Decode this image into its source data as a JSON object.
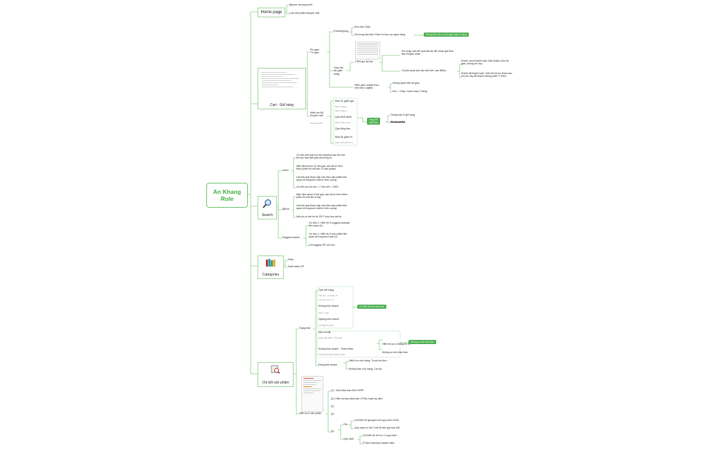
{
  "root": {
    "title_line1": "An Khang",
    "title_line2": "Rule"
  },
  "home": {
    "label": "Home page",
    "items": [
      "Banner chương trình",
      "Line sản phẩm khuyến mãi"
    ]
  },
  "cart": {
    "label": "Cart - Giỏ hàng",
    "phi_giao": {
      "label_line1": "Phí giao",
      "label_line2": "Tế giao",
      "freeship": "Freeshipping",
      "freeship_items": [
        "Đơn trên 300k",
        "Và trong bán kính 10km từ khu vực giao hàng"
      ],
      "freeship_tag": "Không tính trên ưu tiên giá nhất có hàng",
      "giao_doi": {
        "label_line1": "Giao đối",
        "label_line2": "tác giao",
        "label_line3": "hàng",
        "crm": "CRM gọi đối tác",
        "crm_item1_line1": "Phí nhập call API qua đối tác để check giá theo",
        "crm_item1_line2": "địa chỉ giao nhận",
        "crm_item2": "Chi phí phát sinh (do thời tiết, cao điểm)",
        "crm_sub1_line1": "Khách chưa thanh toán: Báo khách chịu thì",
        "crm_sub1_line2": "giao, không thì hủy",
        "crm_sub2_line1": "Khách đã thanh toán: Siêu thị hỗ trợ khấu hao",
        "crm_sub2_line2": "chi phí này để khách không phải ?? thêm",
        "mien_line1": "Miễn giao unable theo",
        "mien_line2": "khối bán Logistic",
        "mien_items": [
          "Không quan tâm tài giao",
          "Đợi -> Giao. Cách nhau 2 tiếng"
        ]
      }
    },
    "kiem_tra": {
      "label_line1": "Kiểm tra ĐK",
      "label_line2": "khuyến mãi",
      "note": "Cấp tặng KM",
      "items": [
        "Mua SL giảm giá",
        "Mua 2 tặng 1",
        "Mua 3 tặng 1",
        "Quà đính danh",
        "Mua 2 thêm quà",
        "Quà tổng đơn",
        "Mua ổu giảm %",
        "Giảm 20% SP thứ 2"
      ],
      "tag_line1": "Tặng SP",
      "tag_line2": "khai báo",
      "tag_items": [
        "Thông báo ở giỏ hàng",
        "Bỏ sản phẩm"
      ]
    }
  },
  "search": {
    "label": "Search",
    "index": {
      "label": "Index",
      "items": [
        [
          "Ưu tiên kết quả cho full keyword sau đó mới",
          "tới bóc tách kết quả của từng từ"
        ],
        [
          "Mặc định show 12 kết quả, sau đó là Xem",
          "thêm (hiển thị mỗi lần 12 sản phẩm)"
        ],
        [
          "Liệt kết quả được sắp xếp theo sản phẩm liên",
          "quan tới keyword nhất từ trên xuống"
        ],
        [
          "Ưu tiên sp còn tồn -> Tạm hết -> NKD"
        ]
      ]
    },
    "bat_tin": {
      "label": "Bắt tin",
      "items": [
        [
          "Mặc định show 6 kết quả, sau đó là Xem thêm",
          "(hiển thị mỗi lần 6 bài)"
        ],
        [
          "Liệt kết quả được sắp xếp theo sản phẩm liên",
          "quan tới keyword nhất từ trên xuống"
        ],
        [
          "Nếu ko có bài tin thì OFF luôn box bài tin"
        ]
      ]
    },
    "suggest": {
      "label": "Suggest search",
      "items": [
        [
          "Ưu tiên 1: Hiển thị 5 suggest autoaler",
          "liên quan (1)"
        ],
        [
          "Ưu tiên 2: Hiển thị 5 sản phẩm liên",
          "quan tới keyword nhất (2)"
        ],
        [
          "Chỉ suggest SP còn tồn"
        ]
      ]
    }
  },
  "categories": {
    "label": "Categories",
    "items": [
      "Filter",
      "Danh sách SP"
    ]
  },
  "detail": {
    "label": "Chi tiết sản phẩm",
    "trang_thai": "Trạng thái",
    "tt_items": [
      "Tạm hết hàng",
      "Tồn kho = 0 hoặc về",
      "Tồn kho mini = 0",
      "Không kinh doanh",
      "SKU = null",
      "Ngừng kinh doanh",
      "Chỉ ERP là NGK"
    ],
    "tt_tag": "Có hiển thị nút chat Zalo",
    "new_items": [
      "Mới ra mắt",
      "Ngày bán ERP < 30 ngày",
      "Không kinh doanh - Tham khảo",
      "Không khai báo Master Data"
    ],
    "new_subs": [
      "Hiển thị lưu ý thông tin SP",
      "Không có nút chat Zalo"
    ],
    "new_tag": "Không có nút chat Zalo",
    "dang_kd": "Đang kinh doanh",
    "dang_kd_items": [
      "Hiển tron còn hàng: Thuốc bá đơn",
      "Không hiện còn hàng: Còn lại"
    ],
    "hien_thi": "Hiển thị ở sản phẩm",
    "ht_items": [
      "(1). Theo khai báo KM ở ERP",
      "(2). Hiển thị theo khai báo CTKM, lead lùy biến",
      "(3)",
      "(4)",
      "(5)"
    ],
    "gia": "Giá",
    "gia_items": [
      "Chỉ hiển thị giá gạch với quy cách chính",
      "Quy cách từ thứ 2 trở đi hiện giá sau KM"
    ],
    "quy_cach": "Quy cách",
    "qc_items": [
      "Chỉ hiển thị khi có >1 quy cách",
      "Ô theo khai báo master data"
    ]
  },
  "colors": {
    "accent": "#4caf50",
    "line": "#7cc979",
    "hub_border": "#9fd49a"
  }
}
